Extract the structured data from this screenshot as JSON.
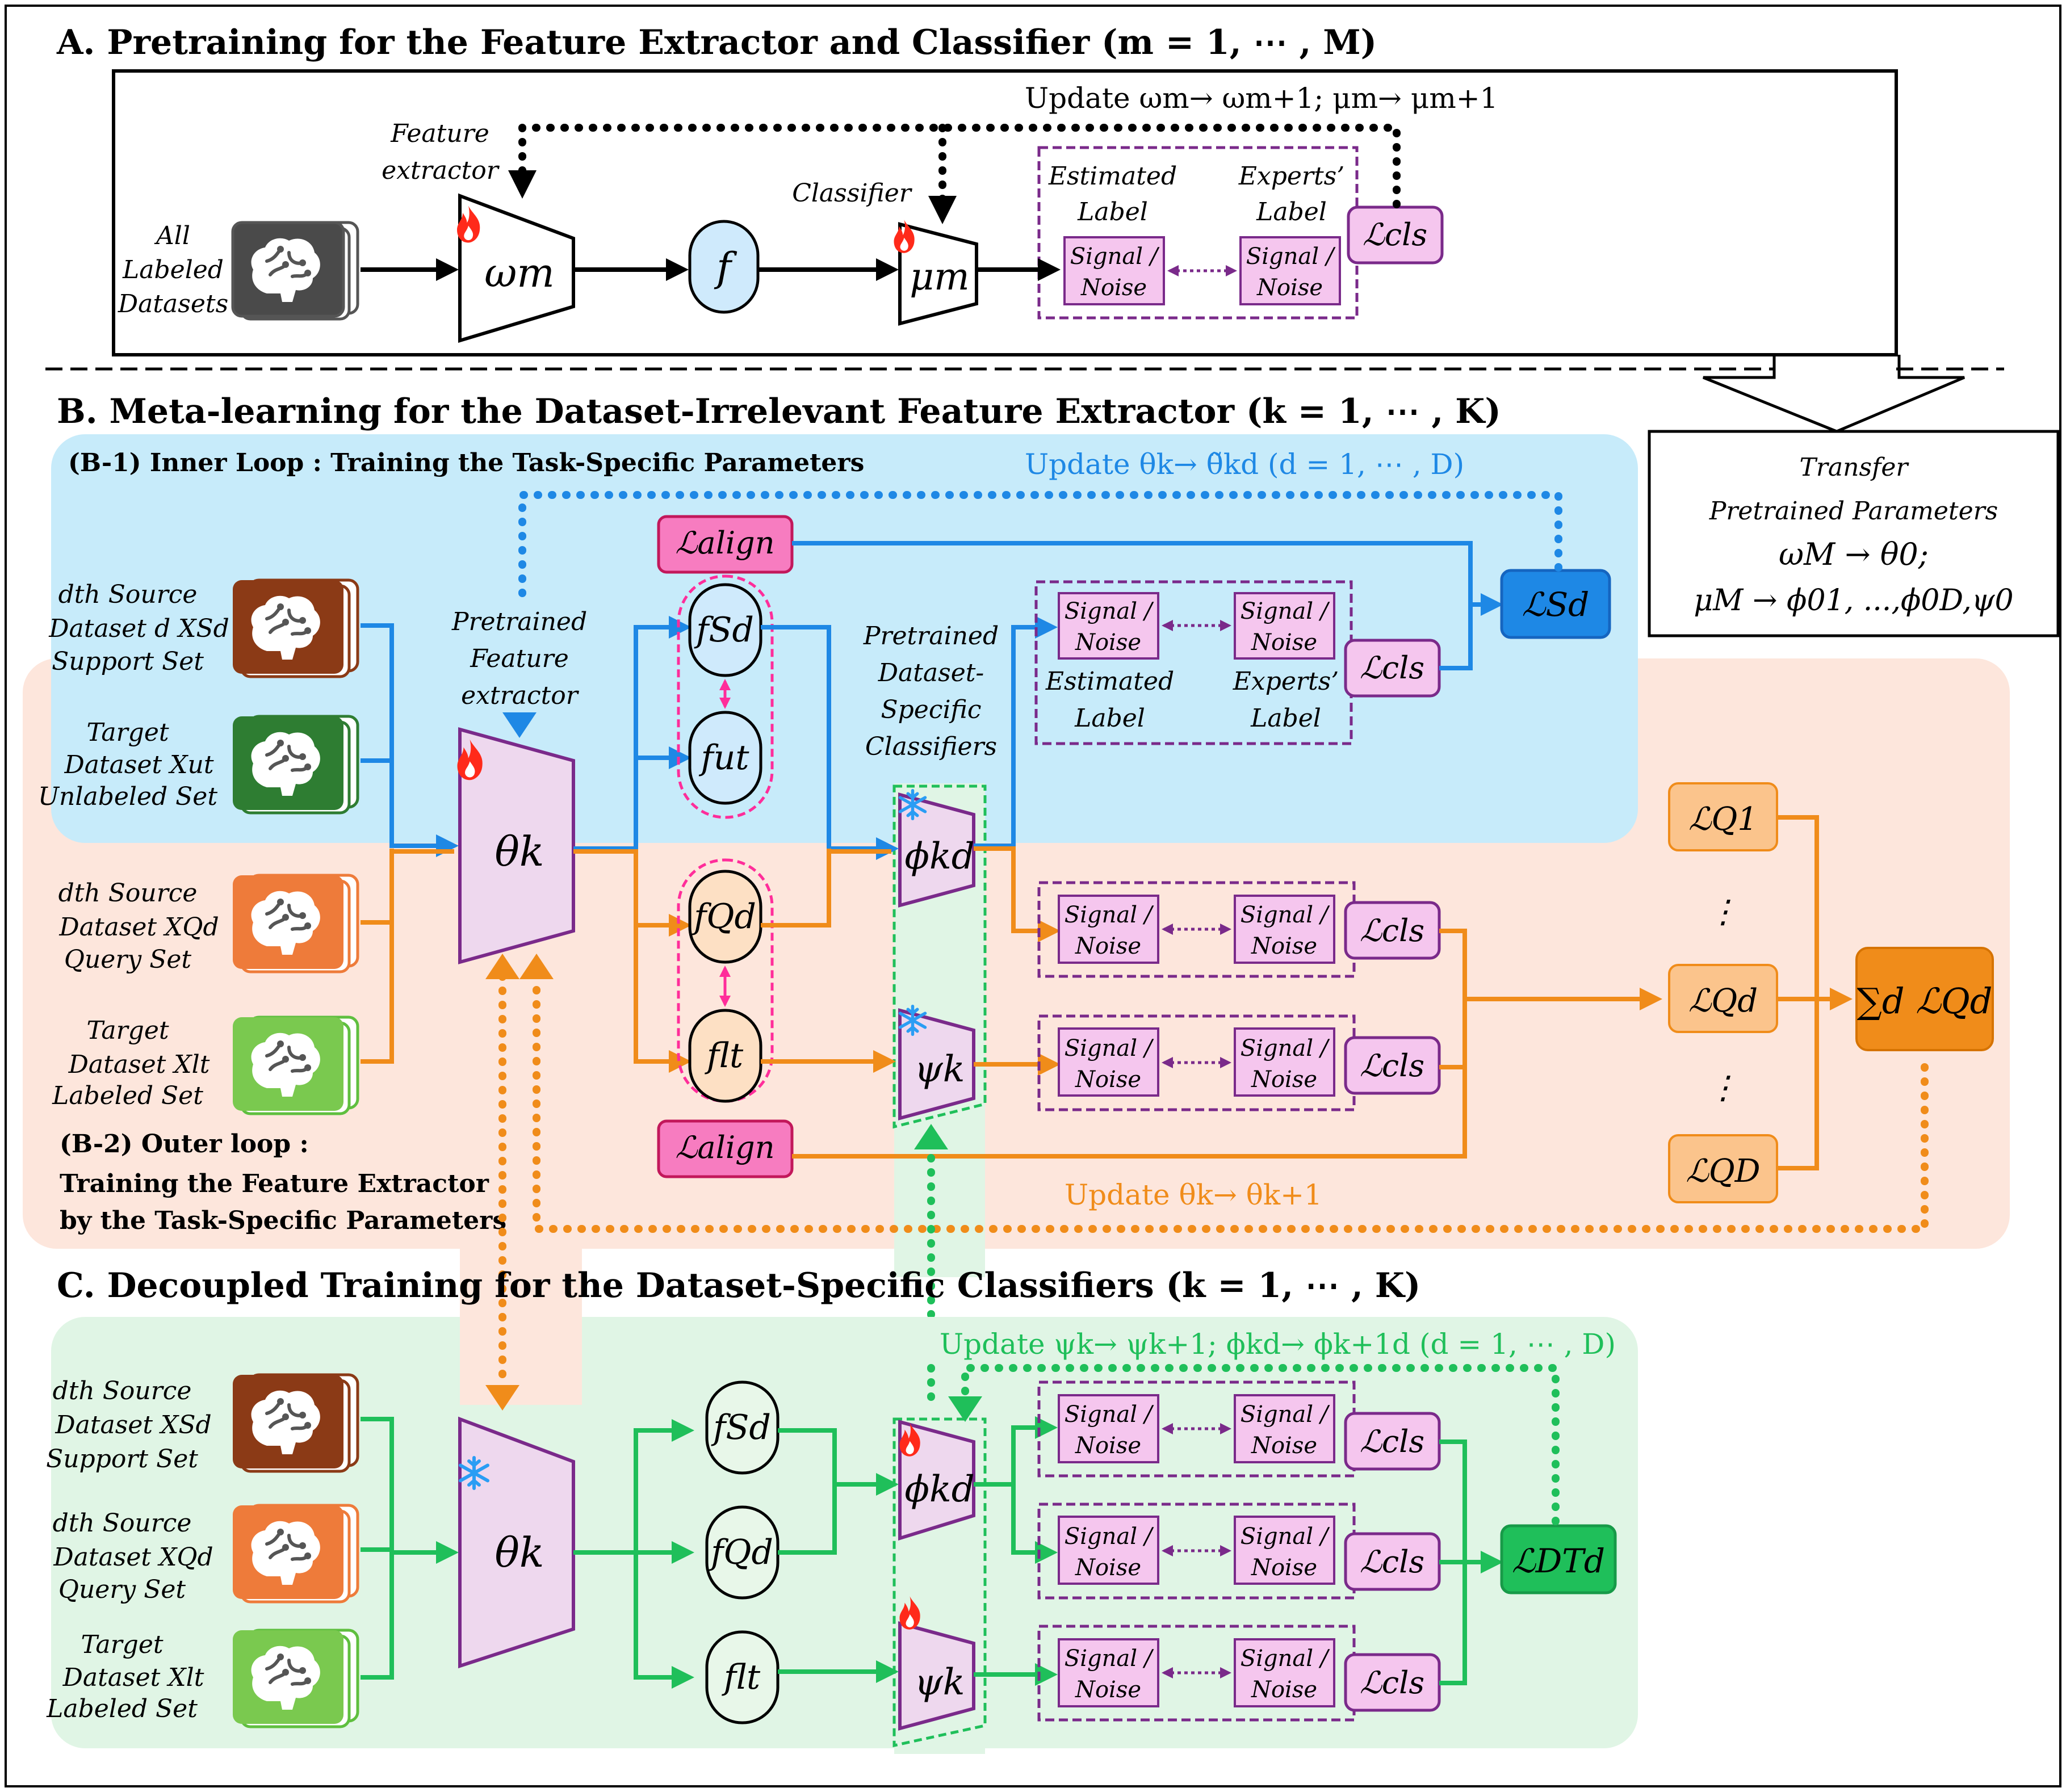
{
  "sections": {
    "a_title": "A. Pretraining for the Feature Extractor and Classifier (m = 1, ⋯ , M)",
    "b_title": "B. Meta-learning for the Dataset-Irrelevant Feature Extractor (k = 1, ⋯ , K)",
    "b1_title": "(B-1) Inner Loop : Training the Task-Specific Parameters",
    "b2_title_line1": "(B-2) Outer loop :",
    "b2_title_line2": "Training the Feature Extractor",
    "b2_title_line3": "by the Task-Specific Parameters",
    "c_title": "C. Decoupled Training for the Dataset-Specific Classifiers (k = 1, ⋯ , K)"
  },
  "section_a": {
    "input_line1": "All",
    "input_line2": "Labeled",
    "input_line3": "Datasets",
    "fe_label_line1": "Feature",
    "fe_label_line2": "extractor",
    "fe_symbol": "ωm",
    "feature_symbol": "f",
    "cls_label": "Classifier",
    "cls_symbol": "μm",
    "est_label_line1": "Estimated",
    "est_label_line2": "Label",
    "exp_label_line1": "Experts’",
    "exp_label_line2": "Label",
    "signal": "Signal /",
    "noise": "Noise",
    "loss": "ℒcls",
    "update": "Update ωm→ ωm+1; μm→ μm+1"
  },
  "transfer": {
    "line1": "Transfer",
    "line2": "Pretrained Parameters",
    "line3": "ωM → θ0;",
    "line4": "μM → ϕ01, ...,ϕ0D,ψ0"
  },
  "section_b": {
    "src_support_line1": "dth Source",
    "src_support_line2": "Dataset d XSd",
    "src_support_line3": "Support Set",
    "tgt_unlab_line1": "Target",
    "tgt_unlab_line2": "Dataset Xut",
    "tgt_unlab_line3": "Unlabeled Set",
    "src_query_line1": "dth Source",
    "src_query_line2": "Dataset XQd",
    "src_query_line3": "Query Set",
    "tgt_lab_line1": "Target",
    "tgt_lab_line2": "Dataset Xlt",
    "tgt_lab_line3": "Labeled Set",
    "pfe_line1": "Pretrained",
    "pfe_line2": "Feature",
    "pfe_line3": "extractor",
    "theta": "θk",
    "fs": "fSd",
    "fut": "fut",
    "fq": "fQd",
    "flt": "flt",
    "l_align": "ℒalign",
    "pdsc_line1": "Pretrained",
    "pdsc_line2": "Dataset-",
    "pdsc_line3": "Specific",
    "pdsc_line4": "Classifiers",
    "phi": "ϕkd",
    "psi": "ψk",
    "est_line1": "Estimated",
    "est_line2": "Label",
    "exp_line1": "Experts’",
    "exp_line2": "Label",
    "signal": "Signal /",
    "noise": "Noise",
    "l_cls": "ℒcls",
    "l_s": "ℒSd",
    "lq1": "ℒQ1",
    "lqd": "ℒQd",
    "lqD": "ℒQD",
    "sum": "∑d ℒQd",
    "vdots": "⋮",
    "update_inner": "Update θk→ θ̃kd (d = 1, ⋯ , D)",
    "update_outer": "Update θk→ θk+1"
  },
  "section_c": {
    "src_support_line1": "dth Source",
    "src_support_line2": "Dataset XSd",
    "src_support_line3": "Support Set",
    "src_query_line1": "dth Source",
    "src_query_line2": "Dataset XQd",
    "src_query_line3": "Query Set",
    "tgt_lab_line1": "Target",
    "tgt_lab_line2": "Dataset Xlt",
    "tgt_lab_line3": "Labeled Set",
    "theta": "θk",
    "fs": "fSd",
    "fq": "fQd",
    "flt": "flt",
    "phi": "ϕkd",
    "psi": "ψk",
    "signal": "Signal /",
    "noise": "Noise",
    "l_cls": "ℒcls",
    "l_dt": "ℒDTd",
    "update": "Update ψk→ ψk+1; ϕkd→ ϕk+1d (d = 1, ⋯ , D)"
  },
  "colors": {
    "blue": "#1e88e5",
    "orange": "#f08c1a",
    "green": "#1fbf5a",
    "purple_box": "#f5c6ee",
    "pink": "#ff4fb0",
    "brown_brain": "#8b3a16",
    "dark_green_brain": "#2e7d32"
  }
}
